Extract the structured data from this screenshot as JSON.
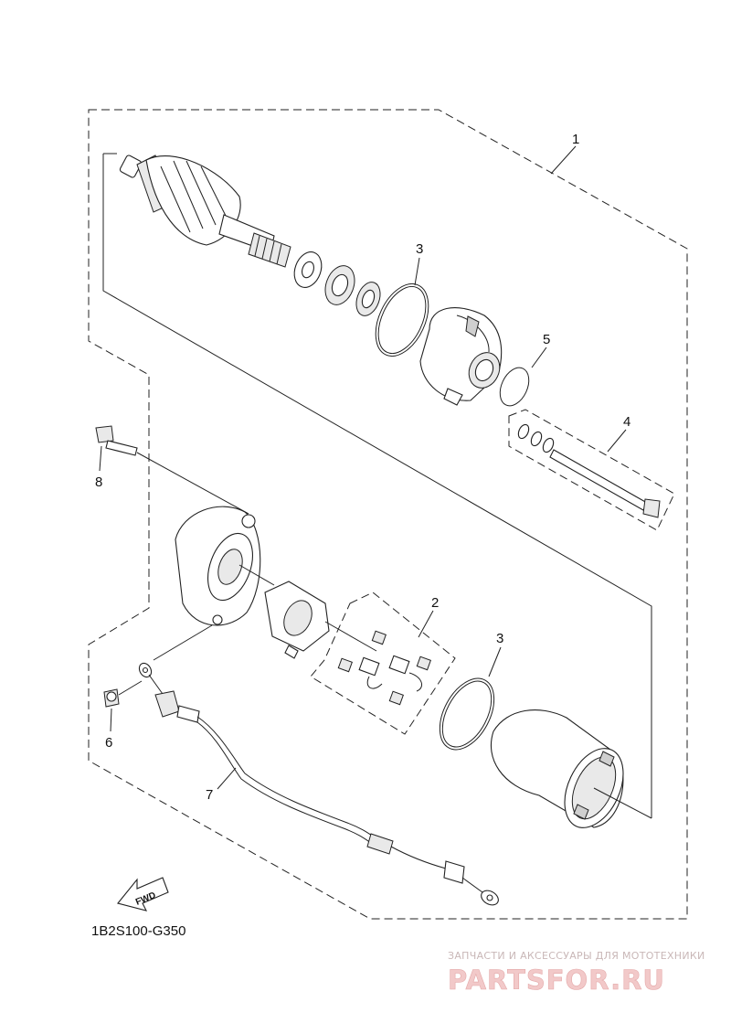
{
  "diagram": {
    "callouts": [
      {
        "id": "c1",
        "label": "1"
      },
      {
        "id": "c2",
        "label": "2"
      },
      {
        "id": "c3a",
        "label": "3"
      },
      {
        "id": "c3b",
        "label": "3"
      },
      {
        "id": "c4",
        "label": "4"
      },
      {
        "id": "c5",
        "label": "5"
      },
      {
        "id": "c6",
        "label": "6"
      },
      {
        "id": "c7",
        "label": "7"
      },
      {
        "id": "c8",
        "label": "8"
      }
    ],
    "diagram_code": "1B2S100-G350",
    "fwd_label": "FWD"
  },
  "watermark": {
    "tagline": "ЗАПЧАСТИ И АКСЕССУАРЫ ДЛЯ МОТОТЕХНИКИ",
    "brand": "PARTSFOR.RU"
  }
}
